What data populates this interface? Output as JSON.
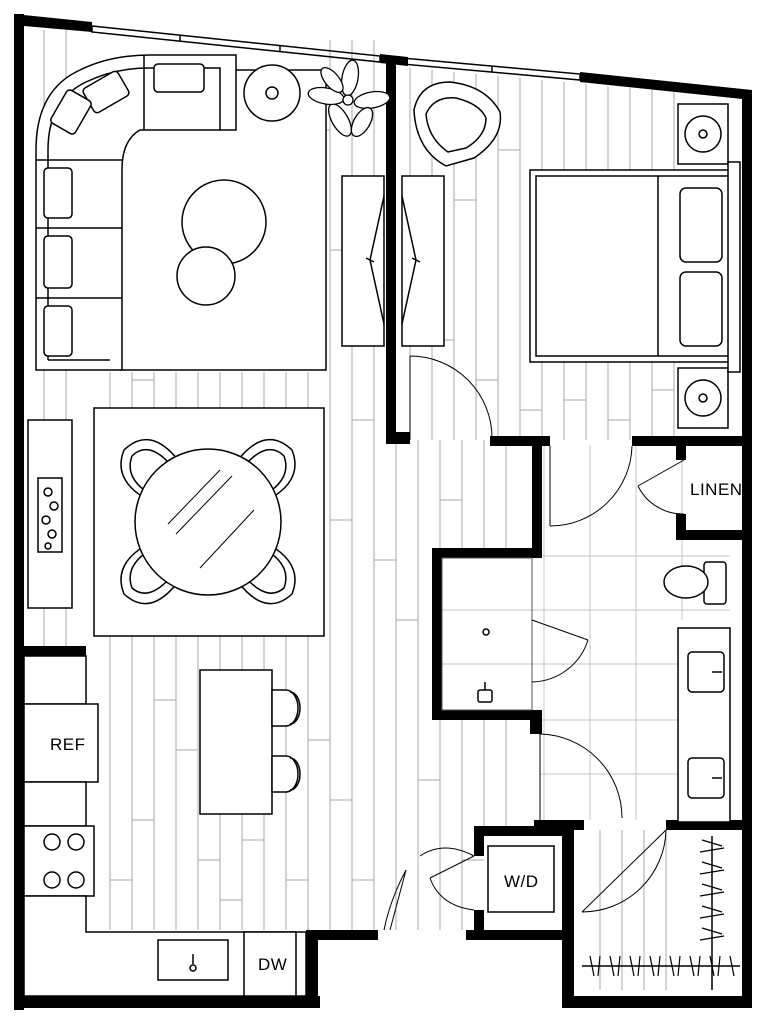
{
  "plan": {
    "labels": {
      "ref": "REF",
      "linen": "LINEN",
      "washer_dryer": "W/D",
      "dishwasher": "DW"
    },
    "colors": {
      "wall": "#000000",
      "line": "#1a1a1a",
      "floor_line": "#9a9a9a",
      "background": "#ffffff"
    }
  }
}
